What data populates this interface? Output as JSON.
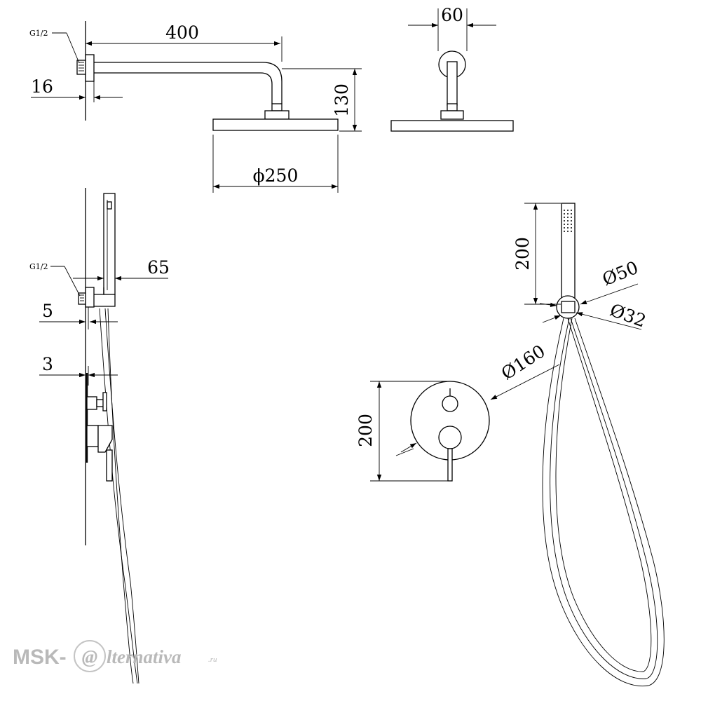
{
  "drawing": {
    "dimensions": {
      "arm_length": "400",
      "wall_depth_top": "16",
      "drop_height": "130",
      "head_diameter": "ϕ250",
      "side_width": "60",
      "holder_offset": "65",
      "holder_depth": "5",
      "mixer_depth": "3",
      "handshower_length": "200",
      "handshower_head_outer": "Ø50",
      "handshower_head_inner": "Ø32",
      "mixer_plate_diameter": "Ø160",
      "mixer_height": "200"
    },
    "thread_labels": {
      "top": "G1/2",
      "middle": "G1/2"
    }
  },
  "watermark": {
    "brand": "MSK-",
    "logo_letter": "@",
    "suffix": "lternativa",
    "tld": ".ru"
  }
}
